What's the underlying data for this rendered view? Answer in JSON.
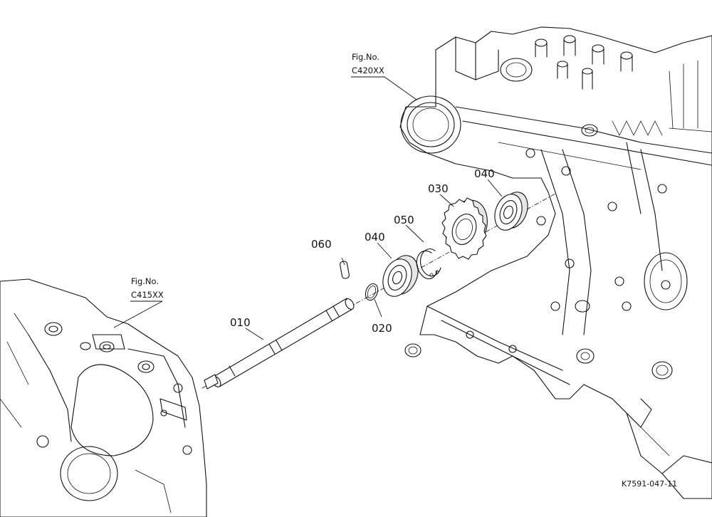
{
  "figure_refs": [
    {
      "line1": "Fig.No.",
      "line2": "C420XX"
    },
    {
      "line1": "Fig.No.",
      "line2": "C415XX"
    }
  ],
  "part_labels": [
    "010",
    "020",
    "030",
    "040",
    "040",
    "050",
    "060"
  ],
  "drawing_id": "K7591-047-11"
}
